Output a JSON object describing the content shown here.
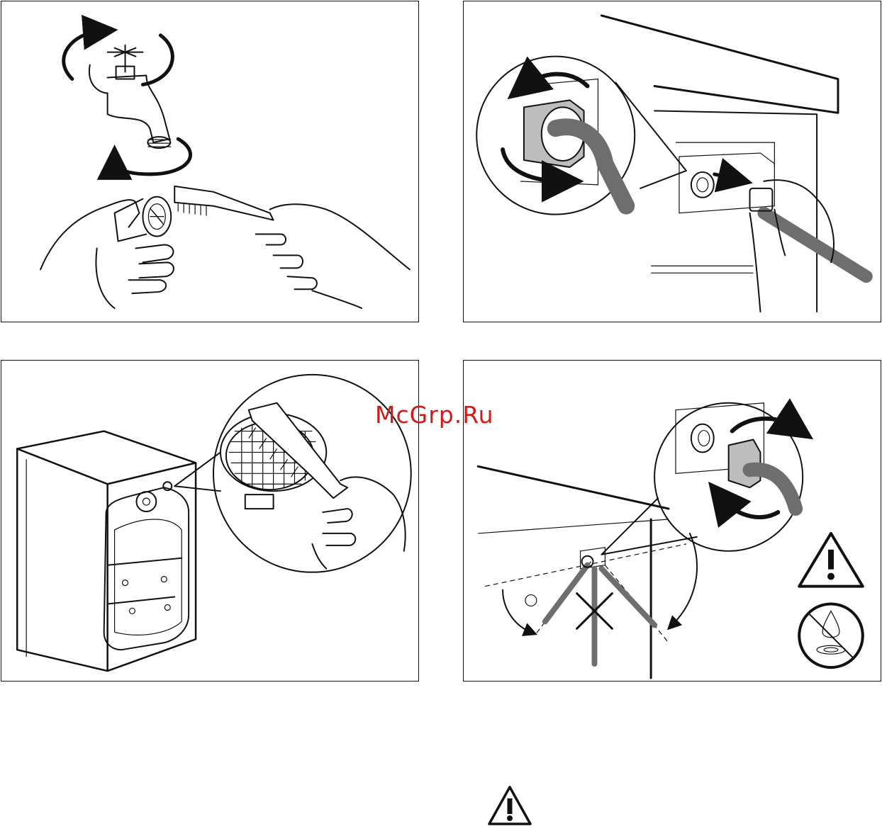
{
  "watermark": {
    "text": "McGrp.Ru",
    "color": "#d31a1a"
  },
  "panels": [
    {
      "id": "panel-tap-filter-cleaning",
      "icons": [
        "tap-icon",
        "rotate-arrow-icon",
        "brush-icon",
        "hand-icon",
        "hose-connector-icon"
      ]
    },
    {
      "id": "panel-hose-removal",
      "icons": [
        "magnifier-callout-icon",
        "hose-nut-icon",
        "rotate-arrow-icon",
        "pull-arrow-icon",
        "hand-icon"
      ]
    },
    {
      "id": "panel-inlet-filter-cleaning",
      "icons": [
        "washing-machine-back-icon",
        "filter-mesh-icon",
        "brush-icon",
        "hand-icon"
      ]
    },
    {
      "id": "panel-hose-refit-angle",
      "icons": [
        "hose-nut-icon",
        "rotate-arrow-icon",
        "angle-arrow-icon",
        "warning-icon",
        "no-leak-icon"
      ]
    }
  ],
  "bottom": {
    "icon": "warning-icon"
  },
  "colors": {
    "line": "#111111",
    "hose": "#6e6e6e",
    "hoseLight": "#bdbdbd",
    "brand": "#d31a1a"
  }
}
